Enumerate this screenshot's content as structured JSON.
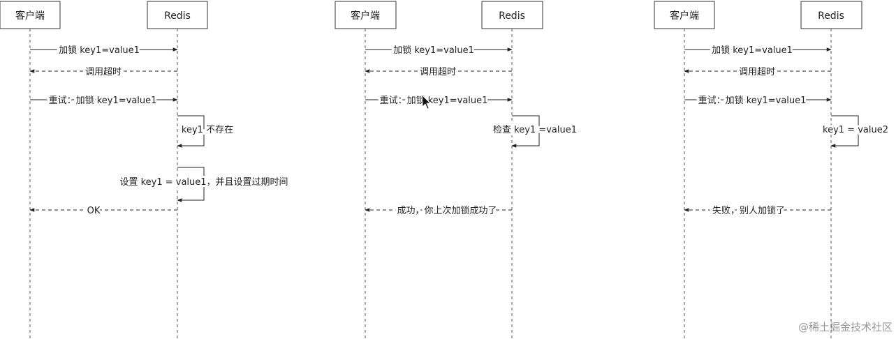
{
  "panels": [
    {
      "client": "客户端",
      "server": "Redis",
      "msg_lock": "加锁 key1=value1",
      "msg_timeout": "调用超时",
      "msg_retry": "重试：加锁 key1=value1",
      "self_1": "key1 不存在",
      "self_2": "设置 key1 = value1，并且设置过期时间",
      "msg_reply": "OK"
    },
    {
      "client": "客户端",
      "server": "Redis",
      "msg_lock": "加锁 key1=value1",
      "msg_timeout": "调用超时",
      "msg_retry": "重试：加锁 key1=value1",
      "self_1": "检查 key1 =value1",
      "msg_reply": "成功，你上次加锁成功了"
    },
    {
      "client": "客户端",
      "server": "Redis",
      "msg_lock": "加锁 key1=value1",
      "msg_timeout": "调用超时",
      "msg_retry": "重试：加锁 key1=value1",
      "self_1": "key1 = value2",
      "msg_reply": "失败，别人加锁了"
    }
  ],
  "watermark": "@稀土掘金技术社区"
}
